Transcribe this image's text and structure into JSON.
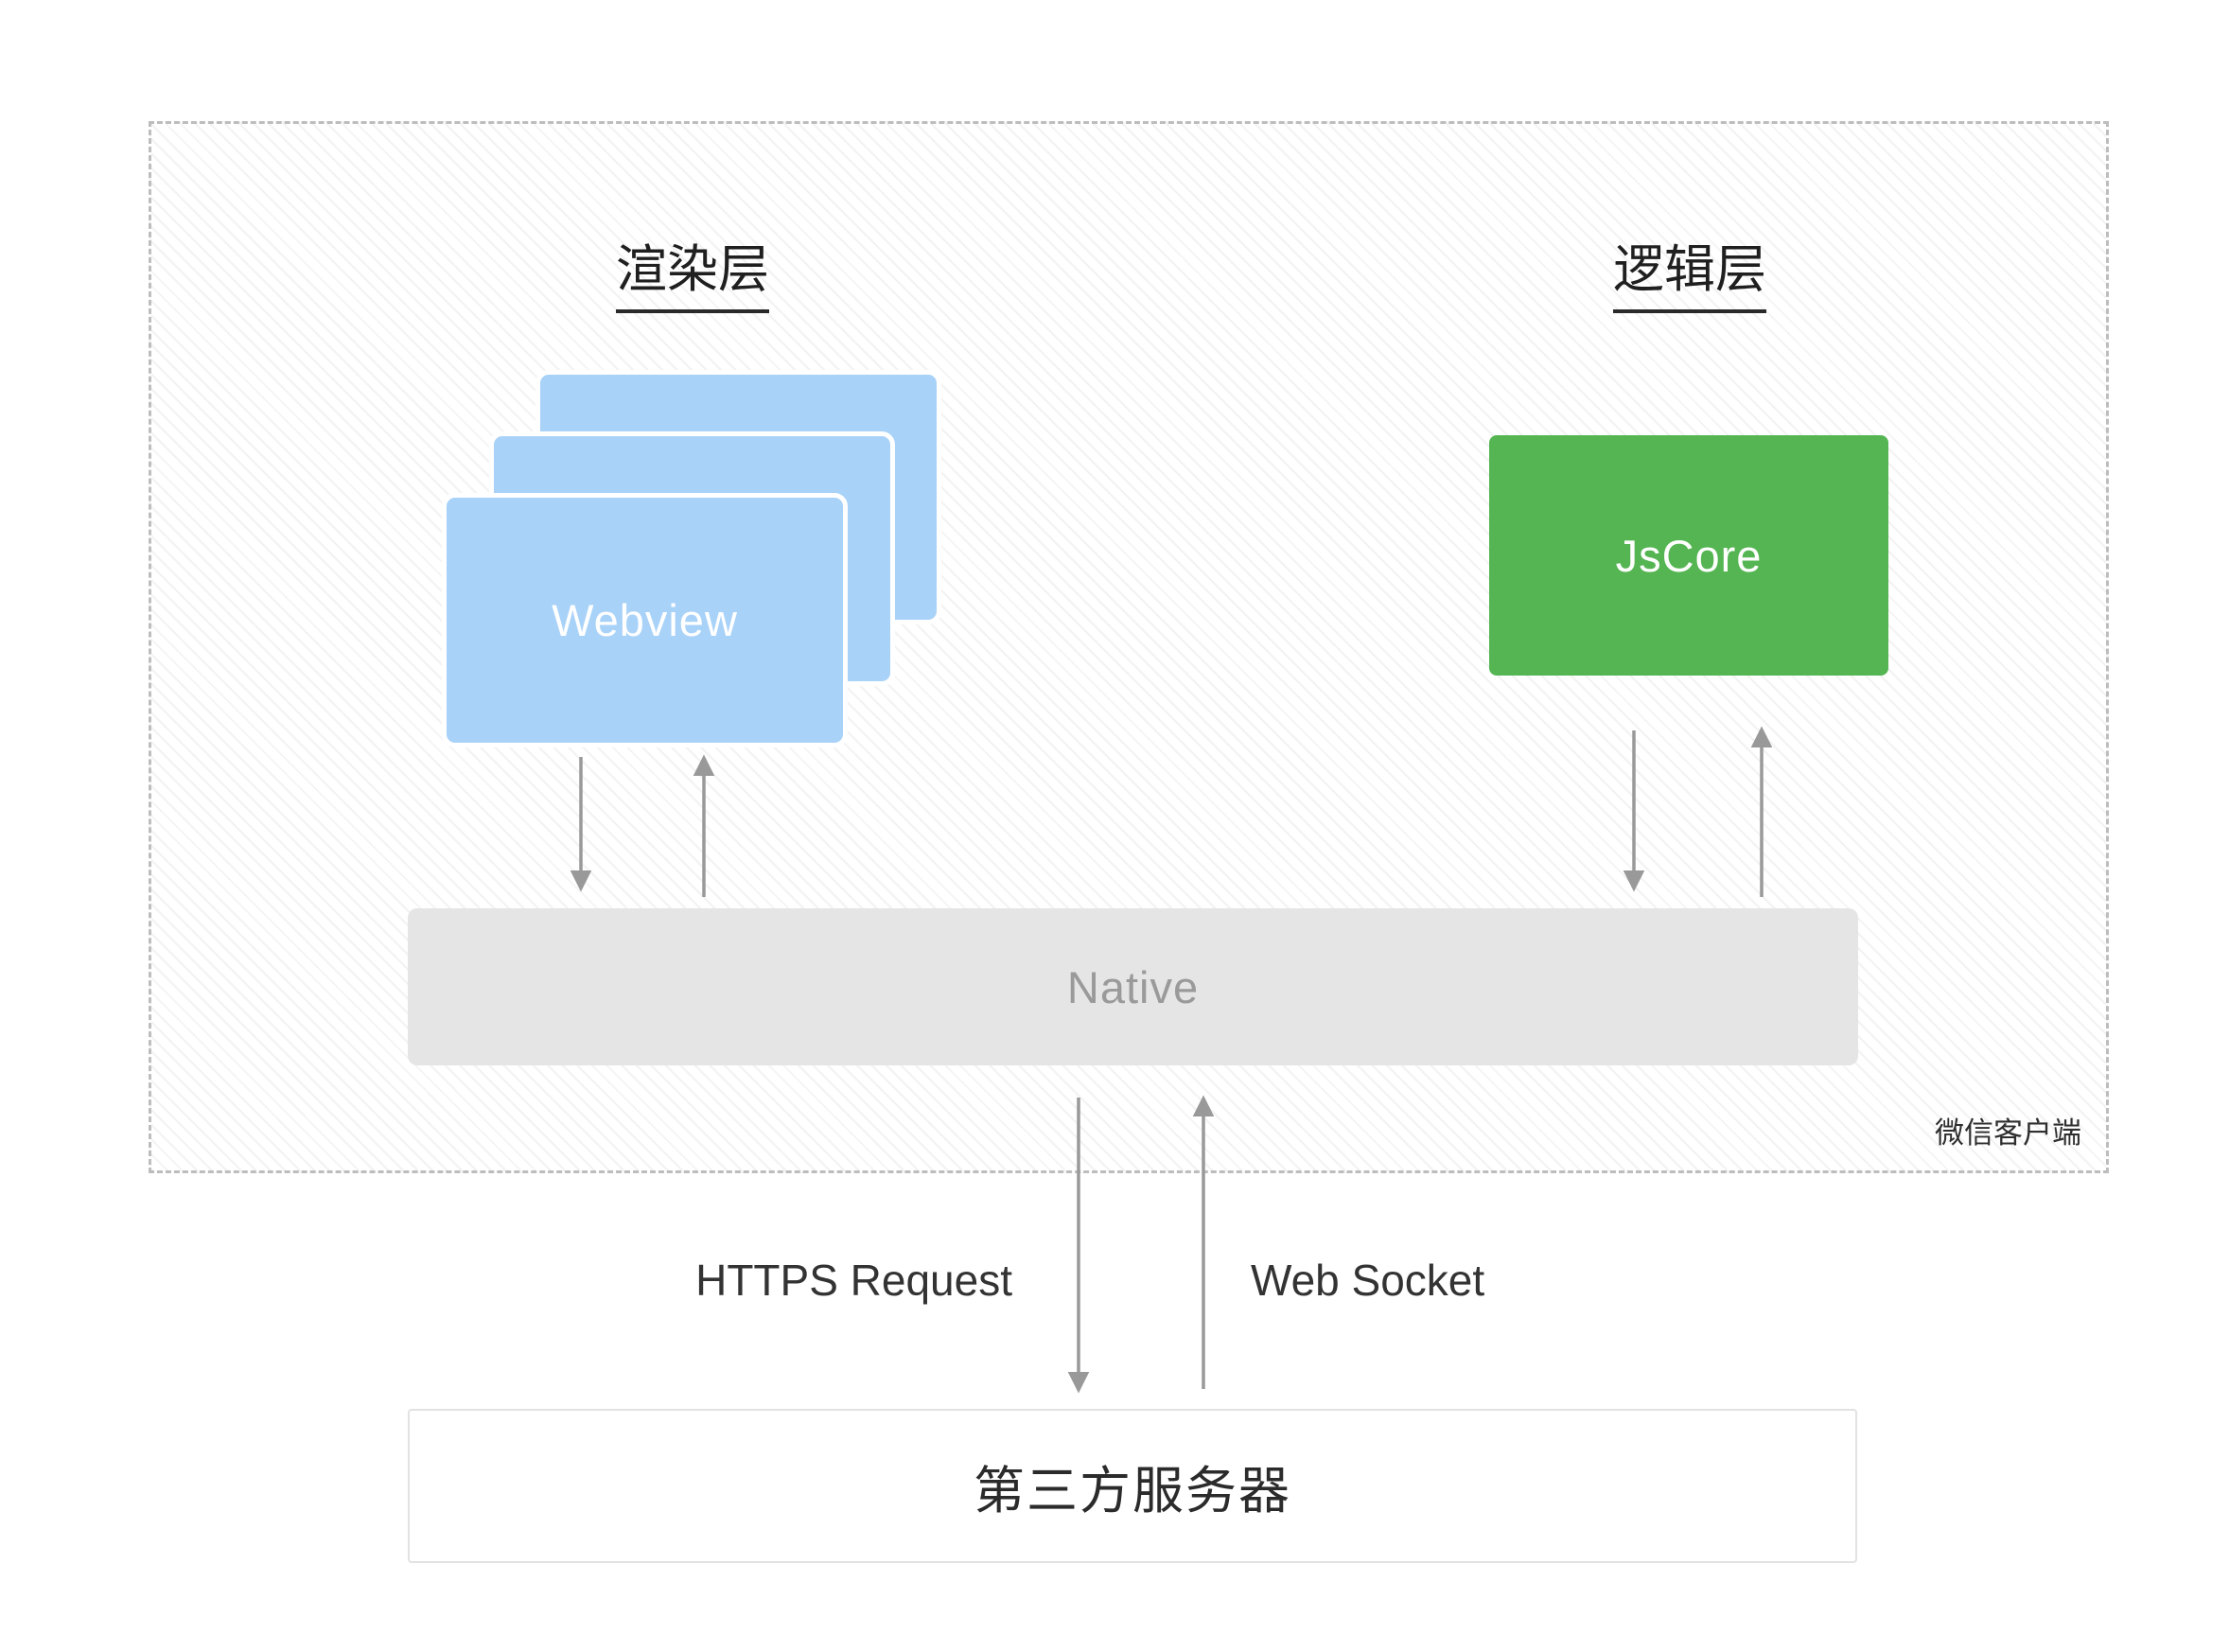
{
  "diagram": {
    "client_boundary_caption": "微信客户端",
    "render_layer_label": "渲染层",
    "logic_layer_label": "逻辑层",
    "webview_label": "Webview",
    "jscore_label": "JsCore",
    "native_label": "Native",
    "server_label": "第三方服务器",
    "https_request_label": "HTTPS Request",
    "web_socket_label": "Web Socket",
    "colors": {
      "webview_fill": "#a9d2f8",
      "jscore_fill": "#54b552",
      "native_fill": "#e5e5e5",
      "arrow_stroke": "#999999",
      "boundary_dash": "#bdbdbd"
    }
  }
}
